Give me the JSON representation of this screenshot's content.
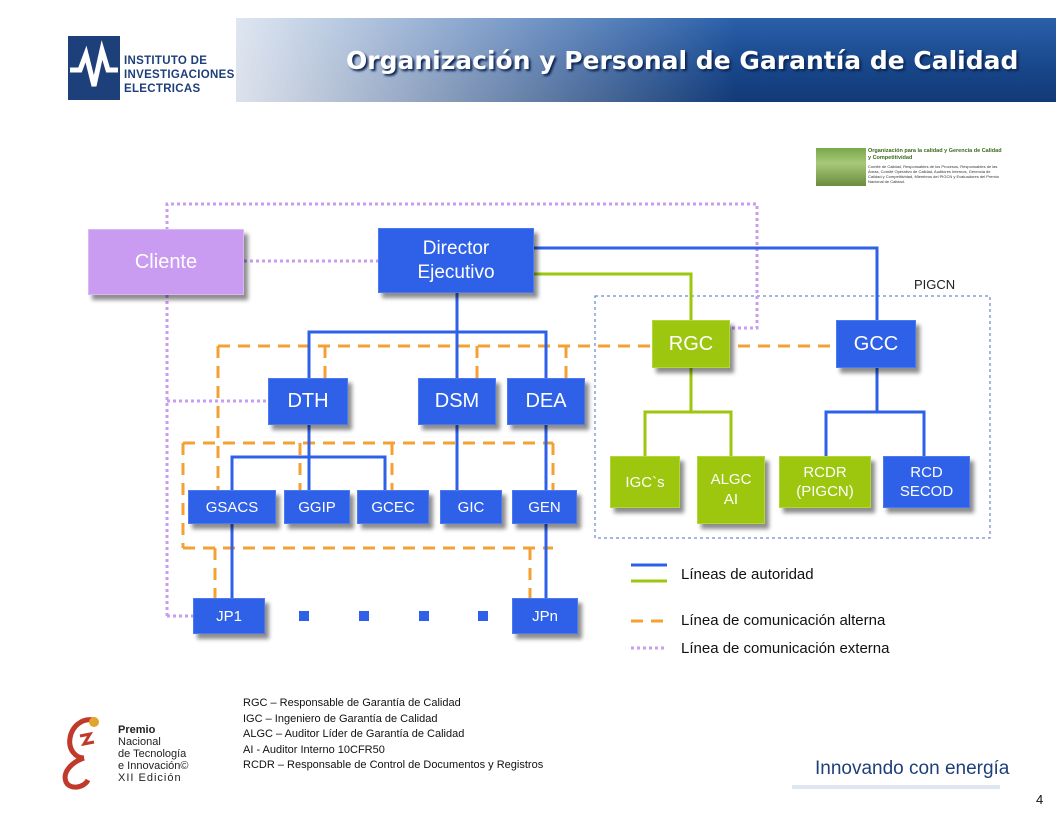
{
  "header": {
    "title": "Organización y Personal de Garantía de Calidad",
    "logo_lines": [
      "INSTITUTO DE",
      "INVESTIGACIONES",
      "ELECTRICAS"
    ]
  },
  "thumbnail": {
    "title": "Organización para la calidad y Gerencia de Calidad y Competitividad",
    "body": "Comité de Calidad, Responsables de los Procesos, Responsables de las Áreas, Comité Operativo de Calidad, Auditores Internos, Gerencia de Calidad y Competitividad, Miembros del PIGCN y Evaluadores del Premio Nacional de Calidad."
  },
  "nodes": {
    "cliente": "Cliente",
    "director": [
      "Director",
      "Ejecutivo"
    ],
    "rgc": "RGC",
    "gcc": "GCC",
    "dth": "DTH",
    "dsm": "DSM",
    "dea": "DEA",
    "igcs": "IGC`s",
    "algc": [
      "ALGC",
      "AI"
    ],
    "rcdr": [
      "RCDR",
      "(PIGCN)"
    ],
    "rcd": [
      "RCD",
      "SECOD"
    ],
    "gsacs": "GSACS",
    "ggip": "GGIP",
    "gcec": "GCEC",
    "gic": "GIC",
    "gen": "GEN",
    "jp1": "JP1",
    "jpn": "JPn"
  },
  "group_label": "PIGCN",
  "legend": {
    "authority": "Líneas de autoridad",
    "alternate": "Línea de comunicación alterna",
    "external": "Línea de comunicación externa"
  },
  "abbreviations": [
    "RGC – Responsable de Garantía  de Calidad",
    "IGC – Ingeniero  de Garantía  de Calidad",
    "ALGC – Auditor Líder de Garantía  de Calidad",
    "AI  -  Auditor Interno 10CFR50",
    "RCDR – Responsable de Control de Documentos y Registros"
  ],
  "premio": [
    "Premio",
    "Nacional",
    "de Tecnología",
    "e Innovación©",
    "XII Edición"
  ],
  "footer": {
    "tagline": "Innovando con energía",
    "page_number": "4"
  },
  "colors": {
    "authority_blue": "#2f60e8",
    "authority_green": "#9cc70e",
    "alternate_orange": "#f5a033",
    "external_violet": "#c99cf2",
    "header_blue": "#1a4a8f"
  }
}
